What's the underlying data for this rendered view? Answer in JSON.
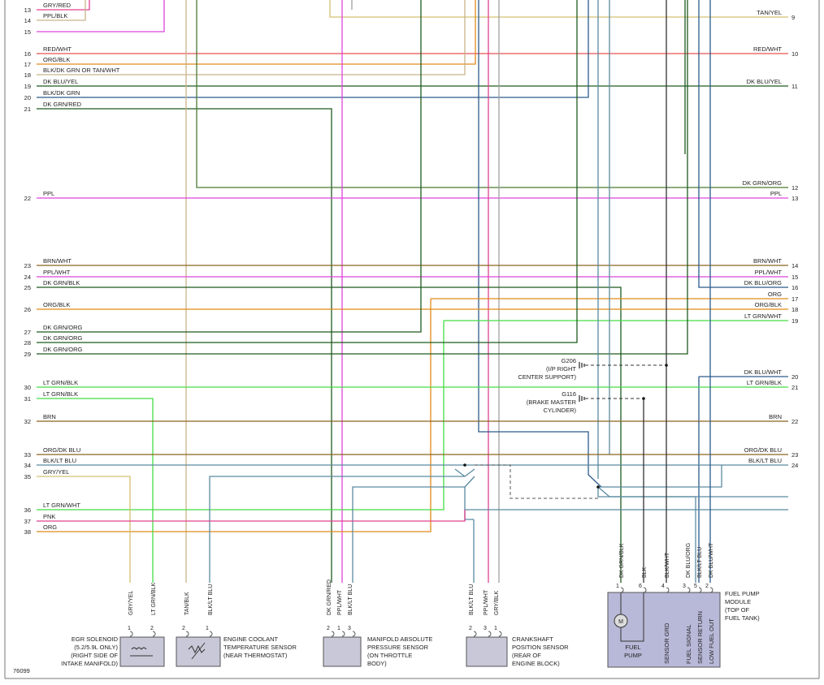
{
  "figure_id": "76099",
  "colors": {
    "grn": "#1f5a1f",
    "pnk": "#e04090",
    "org": "#e08a1a",
    "ltgrn": "#44dd44",
    "red": "#e85050",
    "blu": "#2b5b8a",
    "tan": "#c8b48a",
    "brn": "#8a6420",
    "grnblk": "#2e5e2e",
    "gry": "#a0a0a0",
    "ppl": "#dd44dd",
    "blkblu": "#5a8aa0",
    "lgrnorg": "#4a7a30",
    "yel": "#d4c070",
    "blk": "#333333"
  },
  "left_wires": [
    {
      "num": "13",
      "label": "GRY/RED"
    },
    {
      "num": "14",
      "label": "PPL/BLK"
    },
    {
      "num": "15",
      "label": ""
    },
    {
      "num": "16",
      "label": "RED/WHT"
    },
    {
      "num": "17",
      "label": "ORG/BLK"
    },
    {
      "num": "18",
      "label": "BLK/DK GRN OR TAN/WHT"
    },
    {
      "num": "19",
      "label": "DK BLU/YEL"
    },
    {
      "num": "20",
      "label": "BLK/DK GRN"
    },
    {
      "num": "21",
      "label": "DK GRN/RED"
    },
    {
      "num": "22",
      "label": "PPL"
    },
    {
      "num": "23",
      "label": "BRN/WHT"
    },
    {
      "num": "24",
      "label": "PPL/WHT"
    },
    {
      "num": "25",
      "label": "DK GRN/BLK"
    },
    {
      "num": "26",
      "label": "ORG/BLK"
    },
    {
      "num": "27",
      "label": "DK GRN/ORG"
    },
    {
      "num": "28",
      "label": "DK GRN/ORG"
    },
    {
      "num": "29",
      "label": "DK GRN/ORG"
    },
    {
      "num": "30",
      "label": "LT GRN/BLK"
    },
    {
      "num": "31",
      "label": "LT GRN/BLK"
    },
    {
      "num": "32",
      "label": "BRN"
    },
    {
      "num": "33",
      "label": "ORG/DK BLU"
    },
    {
      "num": "34",
      "label": "BLK/LT BLU"
    },
    {
      "num": "35",
      "label": "GRY/YEL"
    },
    {
      "num": "36",
      "label": "LT GRN/WHT"
    },
    {
      "num": "37",
      "label": "PNK"
    },
    {
      "num": "38",
      "label": "ORG"
    }
  ],
  "right_wires": [
    {
      "num": "9",
      "label": "TAN/YEL"
    },
    {
      "num": "10",
      "label": "RED/WHT"
    },
    {
      "num": "11",
      "label": "DK BLU/YEL"
    },
    {
      "num": "12",
      "label": "DK GRN/ORG"
    },
    {
      "num": "13",
      "label": "PPL"
    },
    {
      "num": "14",
      "label": "BRN/WHT"
    },
    {
      "num": "15",
      "label": "PPL/WHT"
    },
    {
      "num": "16",
      "label": "DK BLU/ORG"
    },
    {
      "num": "17",
      "label": "ORG"
    },
    {
      "num": "18",
      "label": "ORG/BLK"
    },
    {
      "num": "19",
      "label": "LT GRN/WHT"
    },
    {
      "num": "20",
      "label": "DK BLU/WHT"
    },
    {
      "num": "21",
      "label": "LT GRN/BLK"
    },
    {
      "num": "22",
      "label": "BRN"
    },
    {
      "num": "23",
      "label": "ORG/DK BLU"
    },
    {
      "num": "24",
      "label": "BLK/LT BLU"
    }
  ],
  "grounds": [
    {
      "id": "G206",
      "desc": [
        "(I/P RIGHT",
        "CENTER SUPPORT)"
      ]
    },
    {
      "id": "G116",
      "desc": [
        "(BRAKE MASTER",
        "CYLINDER)"
      ]
    }
  ],
  "components": [
    {
      "name": "egr",
      "lines": [
        "EGR SOLENOID",
        "(5.2/5.9L ONLY)",
        "(RIGHT SIDE OF",
        "INTAKE MANIFOLD)"
      ],
      "pins": [
        {
          "n": "1",
          "wire": "GRY/YEL"
        },
        {
          "n": "2",
          "wire": "LT GRN/BLK"
        }
      ]
    },
    {
      "name": "ect",
      "lines": [
        "ENGINE COOLANT",
        "TEMPERATURE SENSOR",
        "(NEAR THERMOSTAT)"
      ],
      "pins": [
        {
          "n": "2",
          "wire": "TAN/BLK"
        },
        {
          "n": "1",
          "wire": "BLK/LT BLU"
        }
      ]
    },
    {
      "name": "map",
      "lines": [
        "MANIFOLD ABSOLUTE",
        "PRESSURE SENSOR",
        "(ON THROTTLE",
        "BODY)"
      ],
      "pins": [
        {
          "n": "2",
          "wire": "DK GRN/RED"
        },
        {
          "n": "1",
          "wire": "PPL/WHT"
        },
        {
          "n": "3",
          "wire": "BLK/LT BLU"
        }
      ]
    },
    {
      "name": "ckp",
      "lines": [
        "CRANKSHAFT",
        "POSITION SENSOR",
        "(REAR OF",
        "ENGINE BLOCK)"
      ],
      "pins": [
        {
          "n": "2",
          "wire": "BLK/LT BLU"
        },
        {
          "n": "3",
          "wire": "PPL/WHT"
        },
        {
          "n": "1",
          "wire": "GRY/BLK"
        }
      ]
    },
    {
      "name": "fuel",
      "lines": [
        "FUEL PUMP",
        "MODULE",
        "(TOP OF",
        "FUEL TANK)"
      ],
      "pins": [
        {
          "n": "1",
          "wire": "DK GRN/BLK"
        },
        {
          "n": "6",
          "wire": "BLK"
        },
        {
          "n": "4",
          "wire": "BLK/WHT"
        },
        {
          "n": "3",
          "wire": "DK BLU/ORG"
        },
        {
          "n": "5",
          "wire": "BLK/LT BLU"
        },
        {
          "n": "2",
          "wire": "DK BLU/WHT"
        }
      ],
      "inner": [
        "FUEL",
        "PUMP",
        "SENSOR GRD",
        "FUEL SIGNAL",
        "SENSOR RETURN",
        "LOW FUEL OUT"
      ],
      "motor": "M"
    }
  ]
}
